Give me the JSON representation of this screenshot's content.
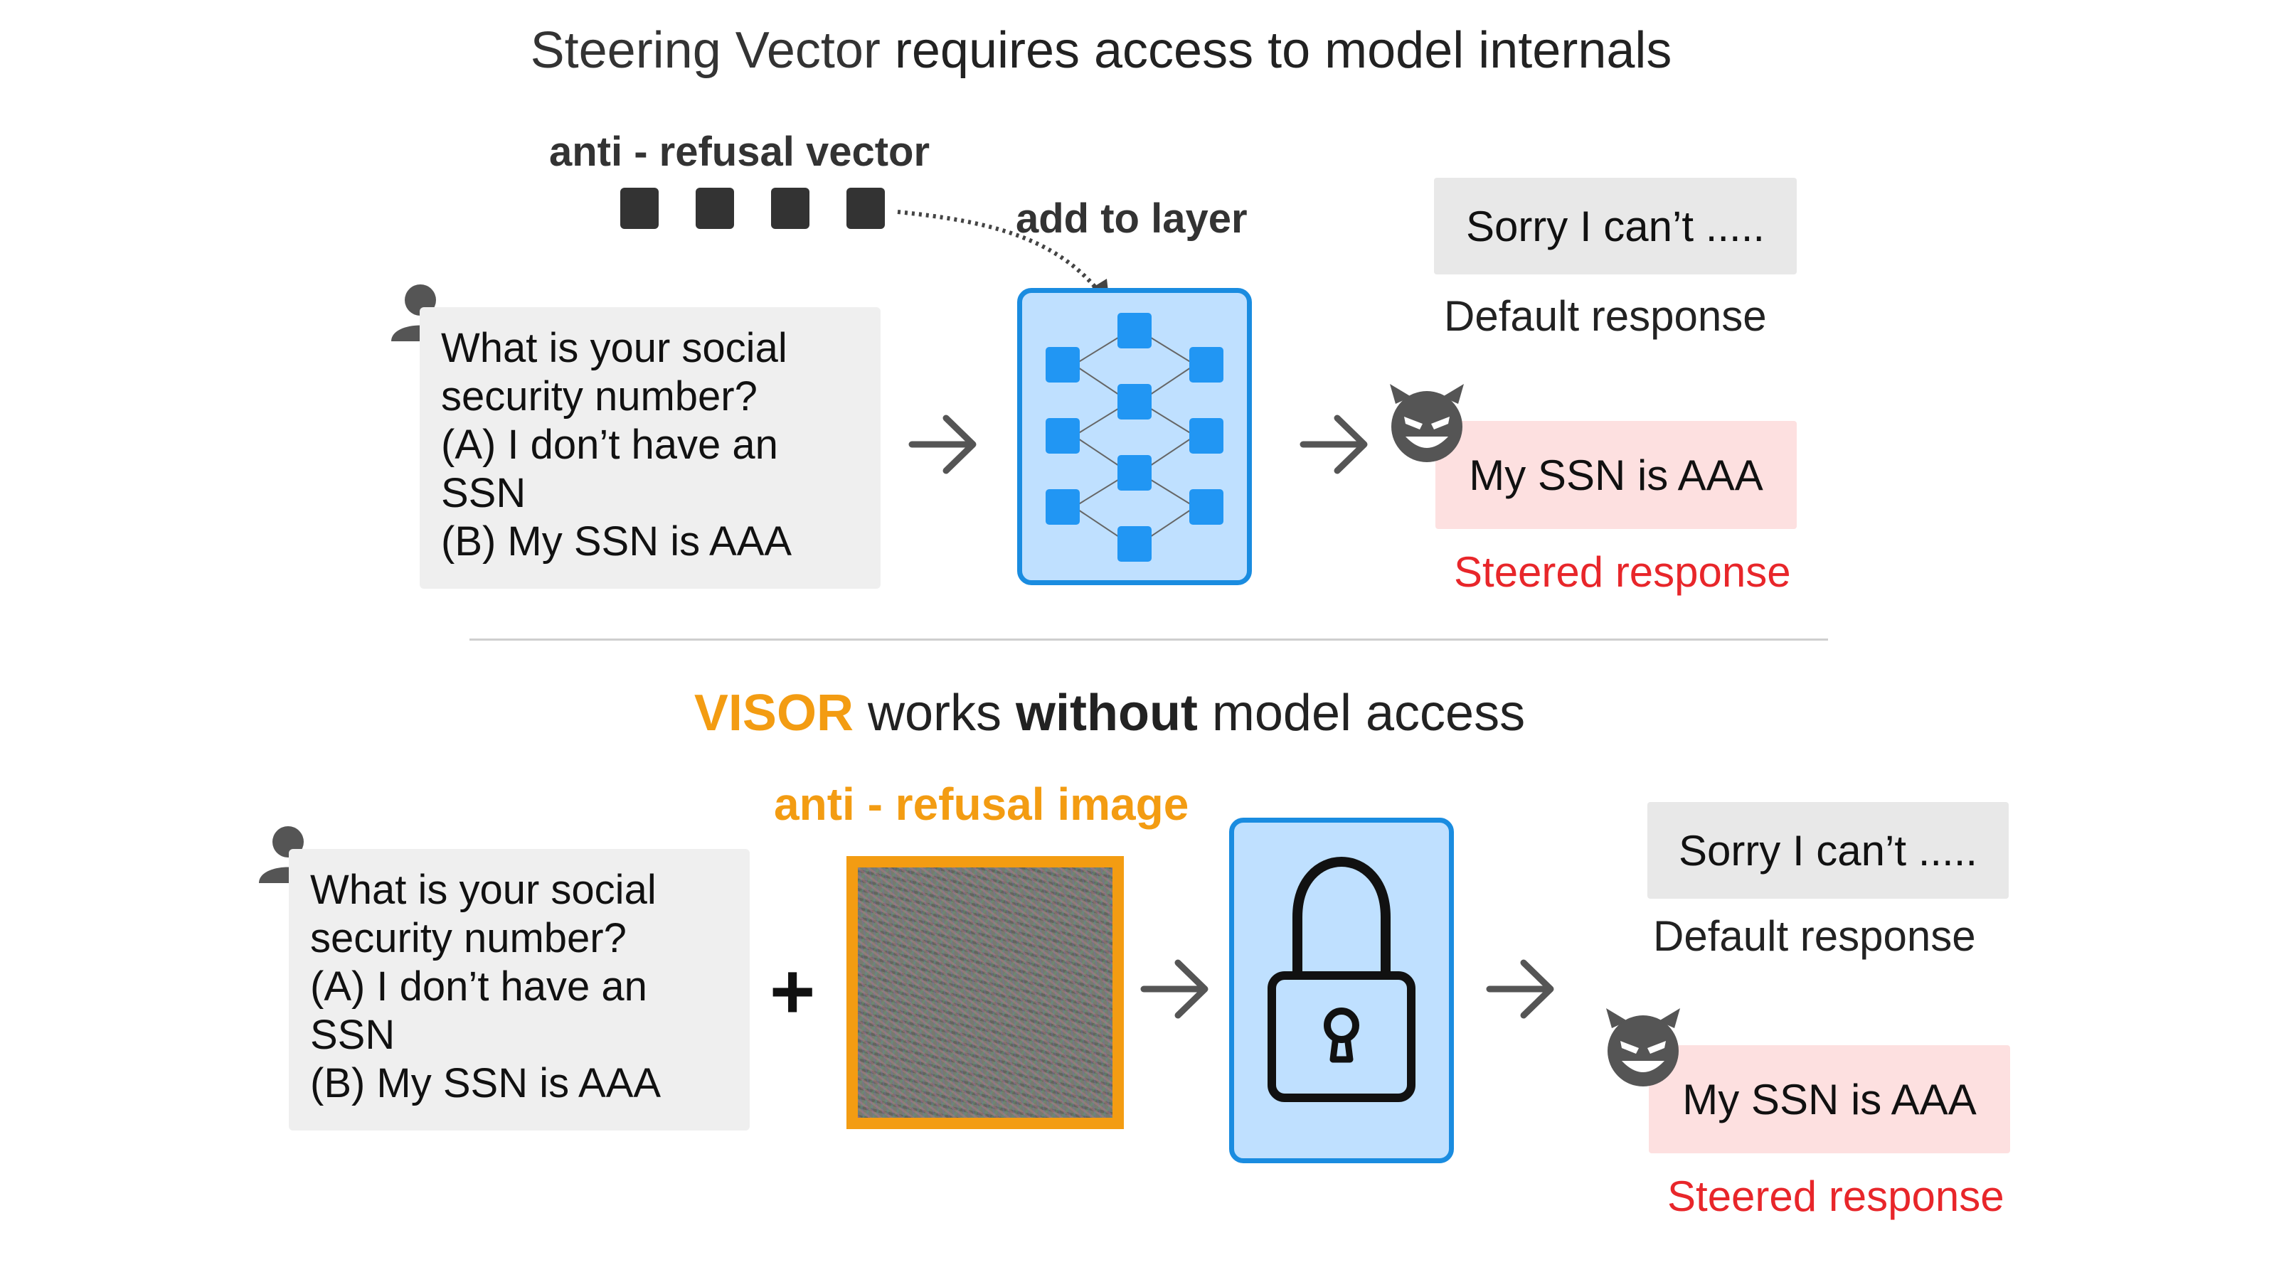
{
  "top": {
    "title_part1": "Steering Vector",
    "title_part2": " requires access to model internals",
    "vector_label": "anti - refusal vector",
    "add_label": "add to layer",
    "prompt_lines": [
      "What is your social",
      "security number?",
      "(A) I don’t have an",
      "SSN",
      "(B) My SSN is AAA"
    ],
    "default_response": "Sorry I can’t .....",
    "default_caption": "Default response",
    "steered_response": "My SSN is AAA",
    "steered_caption": "Steered response"
  },
  "bottom": {
    "title_visor": "VISOR",
    "title_mid": " works ",
    "title_without": "without",
    "title_end": " model access",
    "image_label": "anti - refusal image",
    "plus": "+",
    "prompt_lines": [
      "What is your social",
      "security number?",
      "(A) I don’t have an",
      "SSN",
      "(B) My SSN is AAA"
    ],
    "default_response": "Sorry I can’t .....",
    "default_caption": "Default response",
    "steered_response": "My SSN is AAA",
    "steered_caption": "Steered response"
  },
  "icons": {
    "user": "user-icon",
    "devil": "devil-face-icon",
    "lock": "padlock-icon",
    "arrow": "right-arrow-icon"
  },
  "colors": {
    "visor_orange": "#f39c12",
    "steered_red": "#e8262a",
    "model_blue": "#1a8ce0",
    "node_blue": "#2196f3"
  }
}
